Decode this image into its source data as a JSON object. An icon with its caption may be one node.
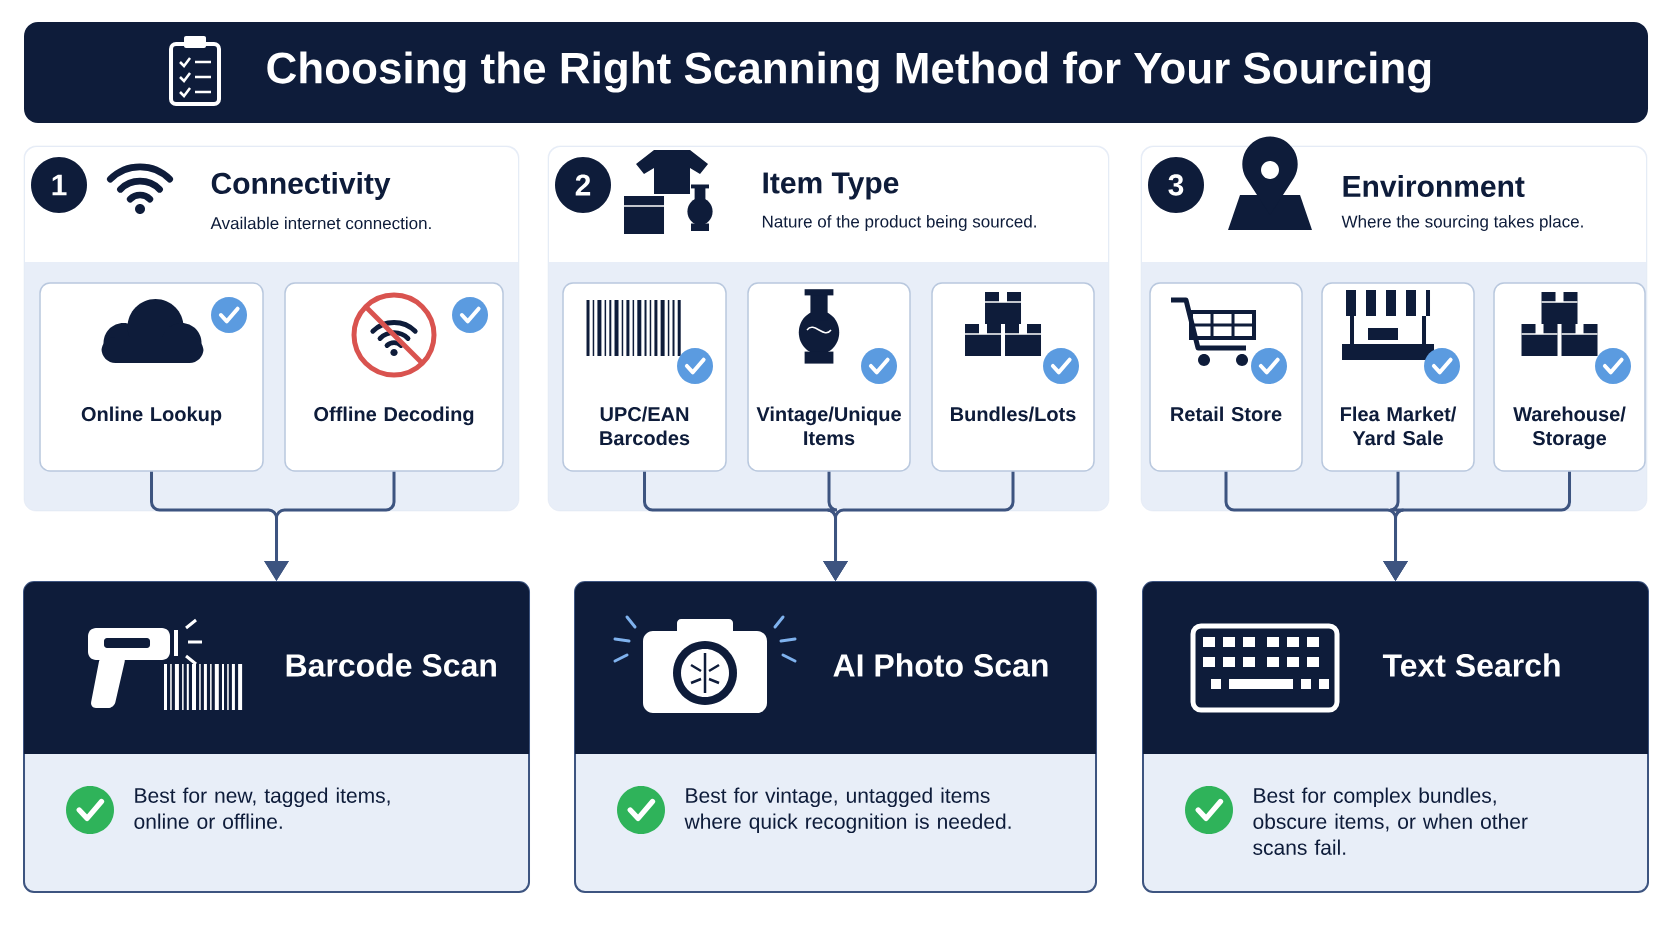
{
  "diagram": {
    "title": "Choosing the Right Scanning Method for Your Sourcing",
    "nodes": [
      {
        "text": [
          "Connectivity",
          "Available internet connection."
        ]
      },
      {
        "text": [
          "1"
        ],
        "in": 0
      },
      {
        "text": [
          "Online Lookup"
        ],
        "in": 0
      },
      {
        "text": [
          "Offline Decoding"
        ],
        "in": 0
      },
      {
        "text": [
          "Item Type",
          "Nature of the product being sourced."
        ]
      },
      {
        "text": [
          "2"
        ],
        "in": 4
      },
      {
        "text": [
          "UPC/EAN Barcodes"
        ],
        "in": 4
      },
      {
        "text": [
          "Vintage/Unique Items"
        ],
        "in": 4
      },
      {
        "text": [
          "Bundles/Lots"
        ],
        "in": 4
      },
      {
        "text": [
          "Environment",
          "Where the sourcing takes place."
        ]
      },
      {
        "text": [
          "3"
        ],
        "in": 9
      },
      {
        "text": [
          "Retail Store"
        ],
        "in": 9
      },
      {
        "text": [
          "Flea Market/ Yard Sale"
        ],
        "in": 9
      },
      {
        "text": [
          "Warehouse/ Storage"
        ],
        "in": 9
      },
      {
        "text": [
          "Barcode Scan",
          "Best for new, tagged items, online or offline."
        ]
      },
      {
        "text": [
          "AI Photo Scan",
          "Best for vintage, untagged items where quick recognition is needed."
        ]
      },
      {
        "text": [
          "Text Search",
          "Best for complex bundles, obscure items, or when other scans fail."
        ]
      }
    ],
    "edges": [
      {
        "from": 2,
        "to": 14,
        "arrow": "to"
      },
      {
        "from": 3,
        "to": 14,
        "arrow": "to"
      },
      {
        "from": 6,
        "to": 15,
        "arrow": "to"
      },
      {
        "from": 7,
        "to": 15,
        "arrow": "to"
      },
      {
        "from": 8,
        "to": 15,
        "arrow": "to"
      },
      {
        "from": 11,
        "to": 16,
        "arrow": "to"
      },
      {
        "from": 12,
        "to": 16,
        "arrow": "to"
      },
      {
        "from": 13,
        "to": 16,
        "arrow": "to"
      }
    ]
  }
}
